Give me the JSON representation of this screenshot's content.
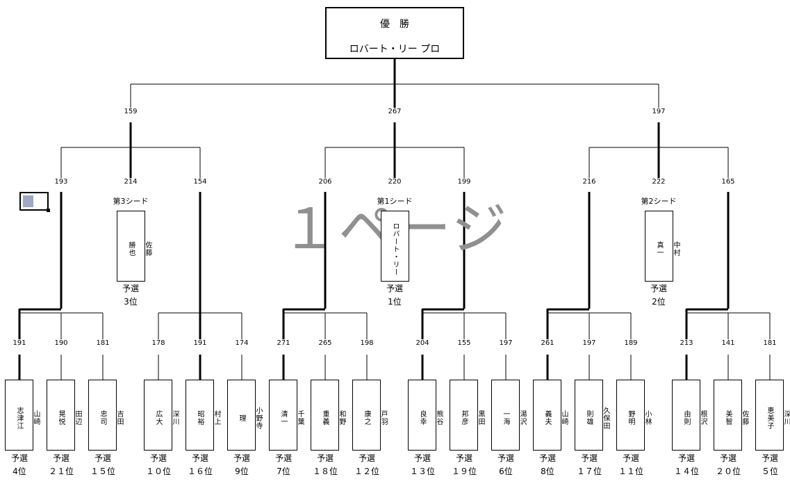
{
  "winner": {
    "title": "優　勝",
    "name": "ロバート・リー プロ"
  },
  "page_watermark": "１ページ",
  "semifinal_scores": [
    "159",
    "267",
    "197"
  ],
  "groups": [
    {
      "scores": [
        "193",
        "214",
        "154"
      ],
      "seed": {
        "label": "第3シード",
        "name": "佐藤\n\n勝也",
        "rank1": "予選",
        "rank2": "3位"
      }
    },
    {
      "scores": [
        "206",
        "220",
        "199"
      ],
      "seed": {
        "label": "第1シード",
        "name": "ロバート・リー",
        "rank1": "予選",
        "rank2": "1位"
      }
    },
    {
      "scores": [
        "216",
        "222",
        "165"
      ],
      "seed": {
        "label": "第2シード",
        "name": "中村\n\n真一",
        "rank1": "予選",
        "rank2": "2位"
      }
    }
  ],
  "players": [
    {
      "name": "山崎\n\n志津江",
      "score": "191",
      "rank1": "予選",
      "rank2": "4位"
    },
    {
      "name": "田辺\n\n晃悦",
      "score": "190",
      "rank1": "予選",
      "rank2": "２１位"
    },
    {
      "name": "吉田\n\n忠司",
      "score": "181",
      "rank1": "予選",
      "rank2": "１５位"
    },
    {
      "name": "深川\n\n広大",
      "score": "178",
      "rank1": "予選",
      "rank2": "１０位"
    },
    {
      "name": "村上\n\n昭裕",
      "score": "191",
      "rank1": "予選",
      "rank2": "１６位"
    },
    {
      "name": "小野寺\n\n理",
      "score": "174",
      "rank1": "予選",
      "rank2": "9位"
    },
    {
      "name": "千葉\n\n清一",
      "score": "271",
      "rank1": "予選",
      "rank2": "7位"
    },
    {
      "name": "和野\n\n重義",
      "score": "265",
      "rank1": "予選",
      "rank2": "１８位"
    },
    {
      "name": "戸羽\n\n康之",
      "score": "198",
      "rank1": "予選",
      "rank2": "１２位"
    },
    {
      "name": "熊谷\n\n良幸",
      "score": "204",
      "rank1": "予選",
      "rank2": "１３位"
    },
    {
      "name": "黒田\n\n邦彦",
      "score": "155",
      "rank1": "予選",
      "rank2": "１９位"
    },
    {
      "name": "湯沢\n\n一海",
      "score": "197",
      "rank1": "予選",
      "rank2": "6位"
    },
    {
      "name": "山崎\n\n義夫",
      "score": "261",
      "rank1": "予選",
      "rank2": "8位"
    },
    {
      "name": "久保田\n\n則雄",
      "score": "197",
      "rank1": "予選",
      "rank2": "１７位"
    },
    {
      "name": "小林\n\n野明",
      "score": "189",
      "rank1": "予選",
      "rank2": "１１位"
    },
    {
      "name": "根沢\n\n由則",
      "score": "213",
      "rank1": "予選",
      "rank2": "１４位"
    },
    {
      "name": "佐藤\n\n美智",
      "score": "141",
      "rank1": "予選",
      "rank2": "２０位"
    },
    {
      "name": "深川\n\n恵美子",
      "score": "181",
      "rank1": "予選",
      "rank2": "５位"
    }
  ]
}
